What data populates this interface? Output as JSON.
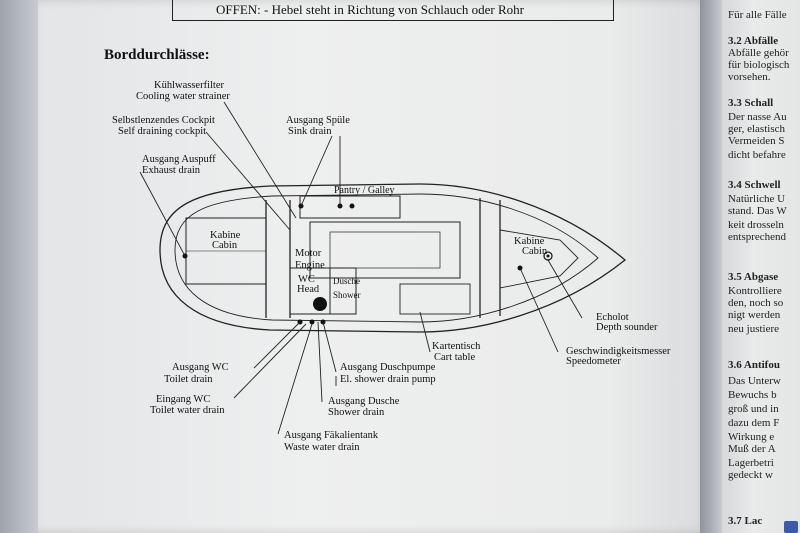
{
  "header_box": {
    "text": "OFFEN: - Hebel steht in Richtung von Schlauch oder Rohr"
  },
  "section_title": "Borddurchlässe:",
  "diagram": {
    "labels": {
      "cooling_de": "Kühlwasserfilter",
      "cooling_en": "Cooling water strainer",
      "cockpit_de": "Selbstlenzendes Cockpit",
      "cockpit_en": "Self draining cockpit",
      "exhaust_de": "Ausgang Auspuff",
      "exhaust_en": "Exhaust drain",
      "sink_de": "Ausgang Spüle",
      "sink_en": "Sink drain",
      "pantry": "Pantry / Galley",
      "cabin_aft_de": "Kabine",
      "cabin_aft_en": "Cabin",
      "motor": "Motor",
      "engine": "Engine",
      "wc": "WC",
      "head": "Head",
      "dusche": "Dusche",
      "shower": "Shower",
      "cabin_fwd_de": "Kabine",
      "cabin_fwd_en": "Cabin",
      "echolot_de": "Echolot",
      "echolot_en": "Depth sounder",
      "speed_de": "Geschwindigkeitsmesser",
      "speed_en": "Speedometer",
      "cart_de": "Kartentisch",
      "cart_en": "Cart table",
      "pump_de": "Ausgang Duschpumpe",
      "pump_en": "El. shower drain pump",
      "showerdrain_de": "Ausgang Dusche",
      "showerdrain_en": "Shower drain",
      "wcout_de": "Ausgang WC",
      "wcout_en": "Toilet drain",
      "wcin_de": "Eingang WC",
      "wcin_en": "Toilet water drain",
      "waste_de": "Ausgang Fäkalientank",
      "waste_en": "Waste water drain"
    }
  },
  "right_page": {
    "lines": [
      {
        "text": "Für alle Fälle",
        "heading": false
      },
      {
        "text": "3.2 Abfälle",
        "heading": true
      },
      {
        "text": "Abfälle gehör",
        "heading": false
      },
      {
        "text": "für biologisch",
        "heading": false
      },
      {
        "text": "vorsehen.",
        "heading": false
      },
      {
        "text": "3.3 Schall",
        "heading": true
      },
      {
        "text": "Der nasse Au",
        "heading": false
      },
      {
        "text": "ger, elastisch",
        "heading": false
      },
      {
        "text": "Vermeiden S",
        "heading": false
      },
      {
        "text": "dicht befahre",
        "heading": false
      },
      {
        "text": "3.4 Schwell",
        "heading": true
      },
      {
        "text": "Natürliche U",
        "heading": false
      },
      {
        "text": "stand. Das W",
        "heading": false
      },
      {
        "text": "keit drosseln",
        "heading": false
      },
      {
        "text": "entsprechend",
        "heading": false
      },
      {
        "text": "3.5 Abgase",
        "heading": true
      },
      {
        "text": "Kontrolliere",
        "heading": false
      },
      {
        "text": "den, noch so",
        "heading": false
      },
      {
        "text": "nigt werden",
        "heading": false
      },
      {
        "text": "neu justiere",
        "heading": false
      },
      {
        "text": "3.6 Antifou",
        "heading": true
      },
      {
        "text": "Das Unterw",
        "heading": false
      },
      {
        "text": "Bewuchs b",
        "heading": false
      },
      {
        "text": "groß und in",
        "heading": false
      },
      {
        "text": "dazu dem F",
        "heading": false
      },
      {
        "text": "Wirkung e",
        "heading": false
      },
      {
        "text": "Muß der A",
        "heading": false
      },
      {
        "text": "Lagerbetri",
        "heading": false
      },
      {
        "text": "gedeckt w",
        "heading": false
      },
      {
        "text": "3.7 Lac",
        "heading": true
      }
    ]
  }
}
